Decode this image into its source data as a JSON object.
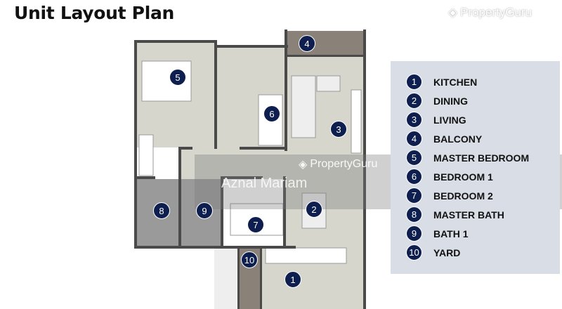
{
  "title": "Unit Layout Plan",
  "watermarks": {
    "agent": "Aznal Mariam",
    "brand": "PropertyGuru"
  },
  "legend": [
    {
      "num": "1",
      "label": "KITCHEN"
    },
    {
      "num": "2",
      "label": "DINING"
    },
    {
      "num": "3",
      "label": "LIVING"
    },
    {
      "num": "4",
      "label": "BALCONY"
    },
    {
      "num": "5",
      "label": "MASTER BEDROOM"
    },
    {
      "num": "6",
      "label": "BEDROOM 1"
    },
    {
      "num": "7",
      "label": "BEDROOM 2"
    },
    {
      "num": "8",
      "label": "MASTER BATH"
    },
    {
      "num": "9",
      "label": "BATH 1"
    },
    {
      "num": "10",
      "label": "YARD"
    }
  ],
  "colors": {
    "marker": "#0e1f4f",
    "legend_bg": "#d9dee6",
    "floor": "#d4d4c8",
    "wall": "#4a4a4a"
  }
}
